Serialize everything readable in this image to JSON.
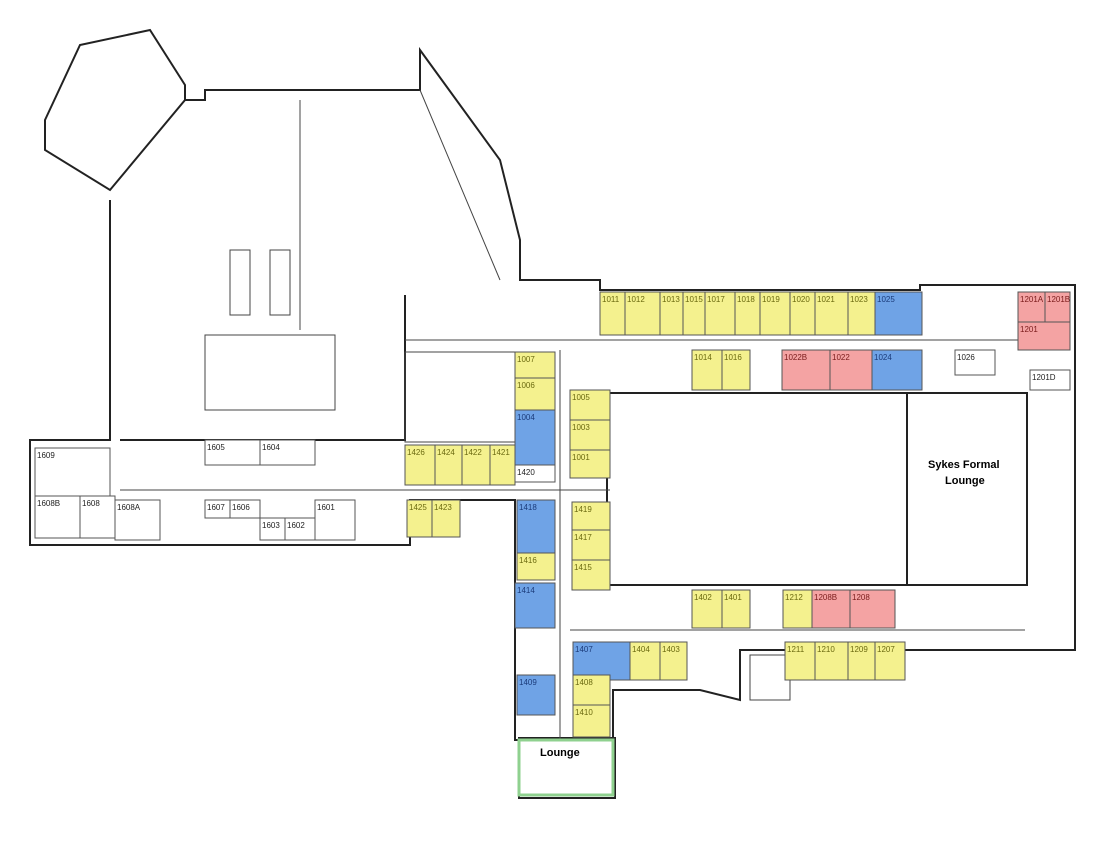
{
  "title": "Floor plan",
  "colors": {
    "yellow": "#f4f18e",
    "blue": "#6fa3e6",
    "red": "#f4a3a3",
    "green": "#8fd18f",
    "plain": "#ffffff"
  },
  "label_colors": {
    "yellow": "#6b6a10",
    "blue": "#1b3b7a",
    "red": "#7a1b1b",
    "plain": "#222222"
  },
  "rooms": [
    {
      "id": "1011",
      "type": "yellow"
    },
    {
      "id": "1012",
      "type": "yellow"
    },
    {
      "id": "1013",
      "type": "yellow"
    },
    {
      "id": "1015",
      "type": "yellow"
    },
    {
      "id": "1017",
      "type": "yellow"
    },
    {
      "id": "1018",
      "type": "yellow"
    },
    {
      "id": "1019",
      "type": "yellow"
    },
    {
      "id": "1020",
      "type": "yellow"
    },
    {
      "id": "1021",
      "type": "yellow"
    },
    {
      "id": "1023",
      "type": "yellow"
    },
    {
      "id": "1025",
      "type": "blue"
    },
    {
      "id": "1014",
      "type": "yellow"
    },
    {
      "id": "1016",
      "type": "yellow"
    },
    {
      "id": "1022B",
      "type": "red"
    },
    {
      "id": "1022",
      "type": "red"
    },
    {
      "id": "1024",
      "type": "blue"
    },
    {
      "id": "1201A",
      "type": "red"
    },
    {
      "id": "1201B",
      "type": "red"
    },
    {
      "id": "1201",
      "type": "red"
    },
    {
      "id": "1026",
      "type": "plain"
    },
    {
      "id": "1201D",
      "type": "plain"
    },
    {
      "id": "1007",
      "type": "yellow"
    },
    {
      "id": "1006",
      "type": "yellow"
    },
    {
      "id": "1004",
      "type": "blue"
    },
    {
      "id": "1420",
      "type": "plain"
    },
    {
      "id": "1005",
      "type": "yellow"
    },
    {
      "id": "1003",
      "type": "yellow"
    },
    {
      "id": "1001",
      "type": "yellow"
    },
    {
      "id": "1426",
      "type": "yellow"
    },
    {
      "id": "1424",
      "type": "yellow"
    },
    {
      "id": "1422",
      "type": "yellow"
    },
    {
      "id": "1421",
      "type": "yellow"
    },
    {
      "id": "1425",
      "type": "yellow"
    },
    {
      "id": "1423",
      "type": "yellow"
    },
    {
      "id": "1418",
      "type": "blue"
    },
    {
      "id": "1416",
      "type": "yellow"
    },
    {
      "id": "1414",
      "type": "blue"
    },
    {
      "id": "1419",
      "type": "yellow"
    },
    {
      "id": "1417",
      "type": "yellow"
    },
    {
      "id": "1415",
      "type": "yellow"
    },
    {
      "id": "1402",
      "type": "yellow"
    },
    {
      "id": "1401",
      "type": "yellow"
    },
    {
      "id": "1212",
      "type": "yellow"
    },
    {
      "id": "1208B",
      "type": "red"
    },
    {
      "id": "1208",
      "type": "red"
    },
    {
      "id": "1407",
      "type": "blue"
    },
    {
      "id": "1404",
      "type": "yellow"
    },
    {
      "id": "1403",
      "type": "yellow"
    },
    {
      "id": "1211",
      "type": "yellow"
    },
    {
      "id": "1210",
      "type": "yellow"
    },
    {
      "id": "1209",
      "type": "yellow"
    },
    {
      "id": "1207",
      "type": "yellow"
    },
    {
      "id": "1409",
      "type": "blue"
    },
    {
      "id": "1408",
      "type": "yellow"
    },
    {
      "id": "1410",
      "type": "yellow"
    },
    {
      "id": "1609",
      "type": "plain"
    },
    {
      "id": "1608B",
      "type": "plain"
    },
    {
      "id": "1608",
      "type": "plain"
    },
    {
      "id": "1608A",
      "type": "plain"
    },
    {
      "id": "1605",
      "type": "plain"
    },
    {
      "id": "1604",
      "type": "plain"
    },
    {
      "id": "1607",
      "type": "plain"
    },
    {
      "id": "1606",
      "type": "plain"
    },
    {
      "id": "1603",
      "type": "plain"
    },
    {
      "id": "1602",
      "type": "plain"
    },
    {
      "id": "1601",
      "type": "plain"
    }
  ],
  "lounge": {
    "label": "Lounge"
  },
  "formal_lounge": {
    "line1": "Sykes Formal",
    "line2": "Lounge"
  }
}
